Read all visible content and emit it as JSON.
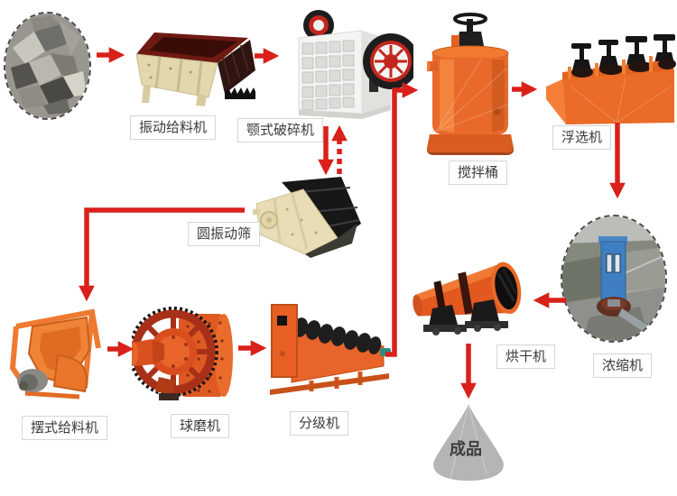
{
  "diagram": {
    "type": "mineral-processing-flow",
    "labels": {
      "vibrating_feeder": "振动给料机",
      "jaw_crusher": "颚式破碎机",
      "circular_vibrating_screen": "圆振动筛",
      "pendulum_feeder": "摆式给料机",
      "ball_mill": "球磨机",
      "classifier": "分级机",
      "mixing_barrel": "搅拌桶",
      "flotation_machine": "浮选机",
      "thickener": "浓缩机",
      "dryer": "烘干机",
      "finished_product": "成品"
    },
    "connections": [
      {
        "from": "raw_ore",
        "to": "vibrating_feeder",
        "style": "solid"
      },
      {
        "from": "vibrating_feeder",
        "to": "jaw_crusher",
        "style": "solid"
      },
      {
        "from": "jaw_crusher",
        "to": "circular_vibrating_screen",
        "style": "solid"
      },
      {
        "from": "circular_vibrating_screen",
        "to": "jaw_crusher",
        "style": "dashed"
      },
      {
        "from": "circular_vibrating_screen",
        "to": "pendulum_feeder",
        "style": "solid"
      },
      {
        "from": "pendulum_feeder",
        "to": "ball_mill",
        "style": "solid"
      },
      {
        "from": "ball_mill",
        "to": "classifier",
        "style": "solid"
      },
      {
        "from": "classifier",
        "to": "mixing_barrel",
        "style": "solid"
      },
      {
        "from": "mixing_barrel",
        "to": "flotation_machine",
        "style": "solid"
      },
      {
        "from": "flotation_machine",
        "to": "thickener",
        "style": "solid"
      },
      {
        "from": "thickener",
        "to": "dryer",
        "style": "solid"
      },
      {
        "from": "dryer",
        "to": "finished_product",
        "style": "solid"
      }
    ],
    "colors": {
      "arrow": "#d9201a",
      "machine_orange": "#ea6c28",
      "label_border": "#d6d6d6",
      "label_text": "#3a3a3a",
      "product_cone": "#b5b5b5"
    }
  }
}
